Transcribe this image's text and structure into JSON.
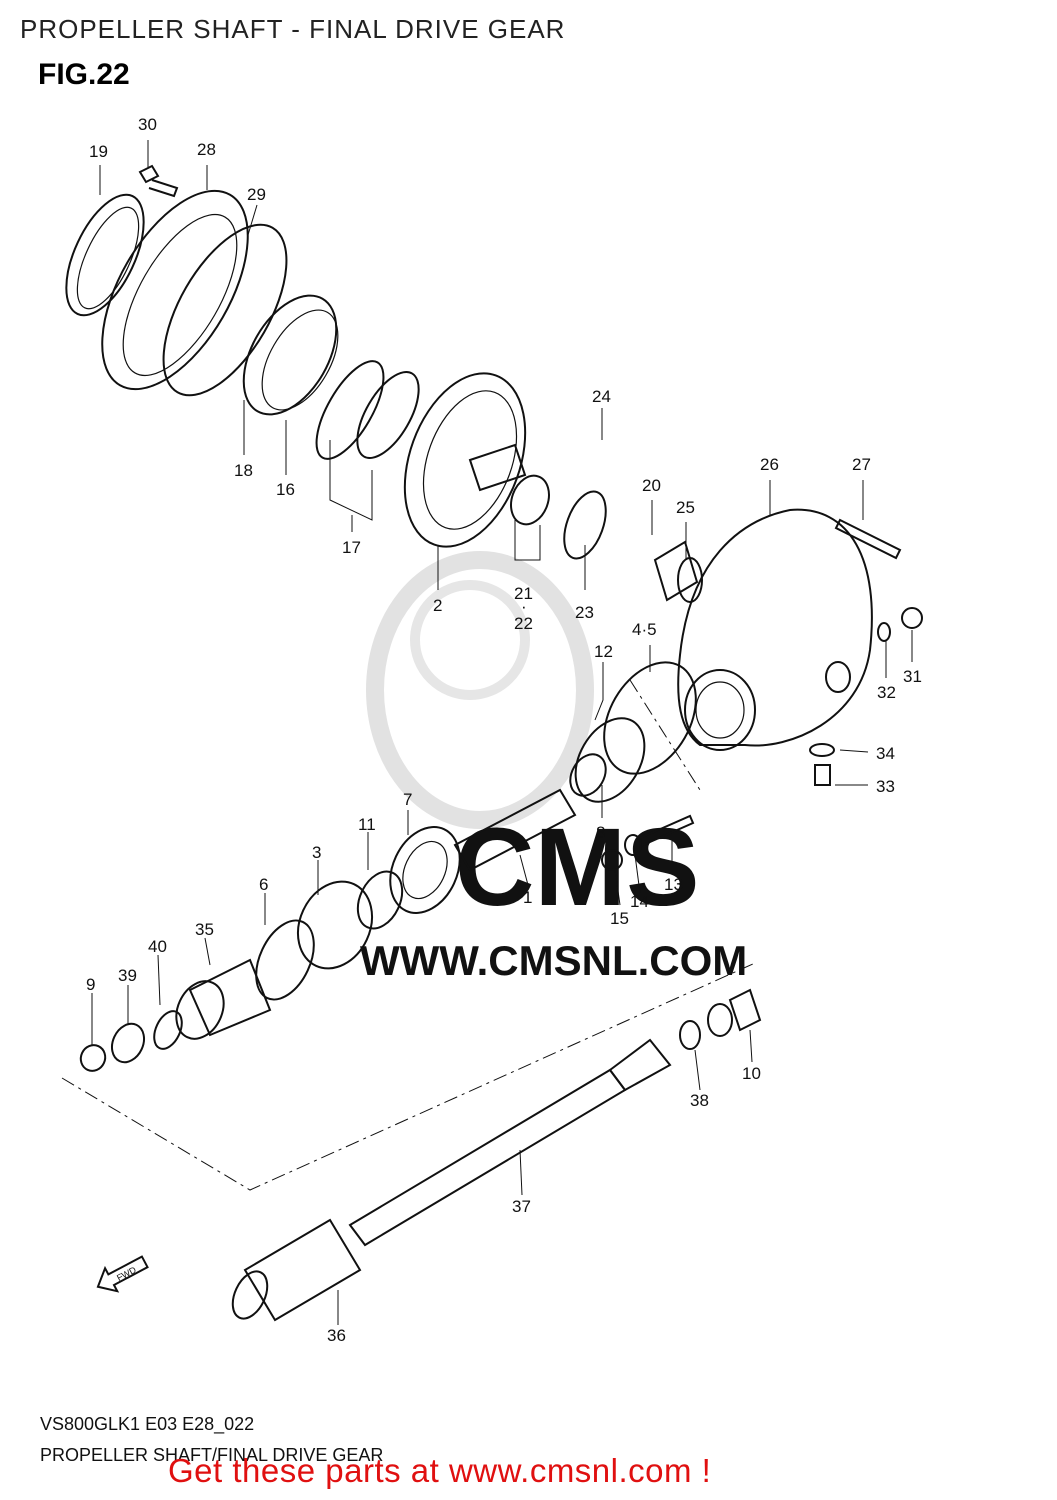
{
  "header": {
    "title": "PROPELLER SHAFT - FINAL DRIVE GEAR",
    "figure": "FIG.22"
  },
  "watermark": {
    "brand": "CMS",
    "url": "WWW.CMSNL.COM"
  },
  "callouts": [
    "30",
    "19",
    "28",
    "29",
    "18",
    "16",
    "17",
    "24",
    "26",
    "27",
    "20",
    "25",
    "2",
    "21",
    "·",
    "22",
    "23",
    "4·5",
    "12",
    "31",
    "32",
    "34",
    "33",
    "7",
    "11",
    "8",
    "3",
    "1",
    "13",
    "14",
    "15",
    "6",
    "35",
    "40",
    "39",
    "9",
    "10",
    "38",
    "37",
    "36"
  ],
  "arrow_label": "FWD",
  "footer": {
    "model_code": "VS800GLK1 E03 E28_022",
    "caption": "PROPELLER SHAFT/FINAL DRIVE GEAR",
    "cta": "Get these parts at www.cmsnl.com !"
  },
  "colors": {
    "cta": "#e01010",
    "watermark": "#d6d6d6",
    "line": "#111111"
  }
}
